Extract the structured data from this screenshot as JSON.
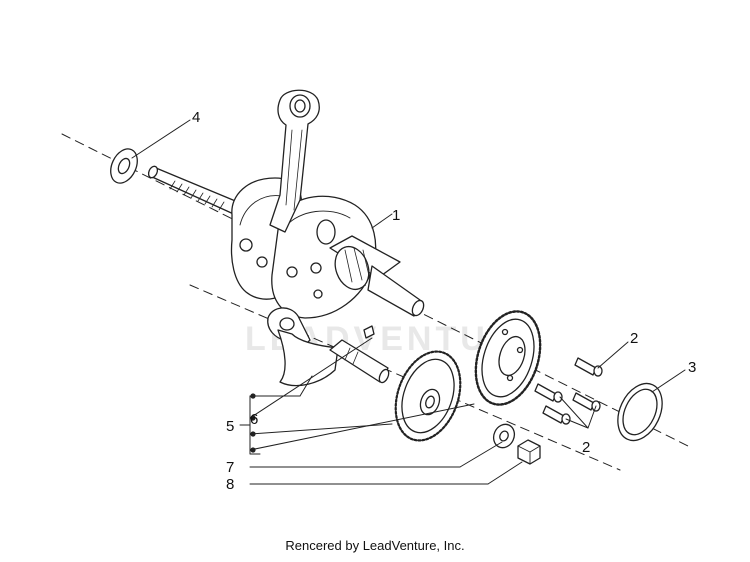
{
  "diagram": {
    "callouts": [
      {
        "id": "1",
        "label": "1"
      },
      {
        "id": "2a",
        "label": "2"
      },
      {
        "id": "2b",
        "label": "2"
      },
      {
        "id": "3",
        "label": "3"
      },
      {
        "id": "4",
        "label": "4"
      },
      {
        "id": "5",
        "label": "5"
      },
      {
        "id": "6",
        "label": "6"
      },
      {
        "id": "7",
        "label": "7"
      },
      {
        "id": "8",
        "label": "8"
      }
    ],
    "watermark": "LEADVENTURE",
    "colors": {
      "line": "#222222",
      "watermark": "#e8e8e8",
      "fill": "#ffffff"
    }
  },
  "footer": {
    "credit": "Rencered by LeadVenture, Inc."
  }
}
